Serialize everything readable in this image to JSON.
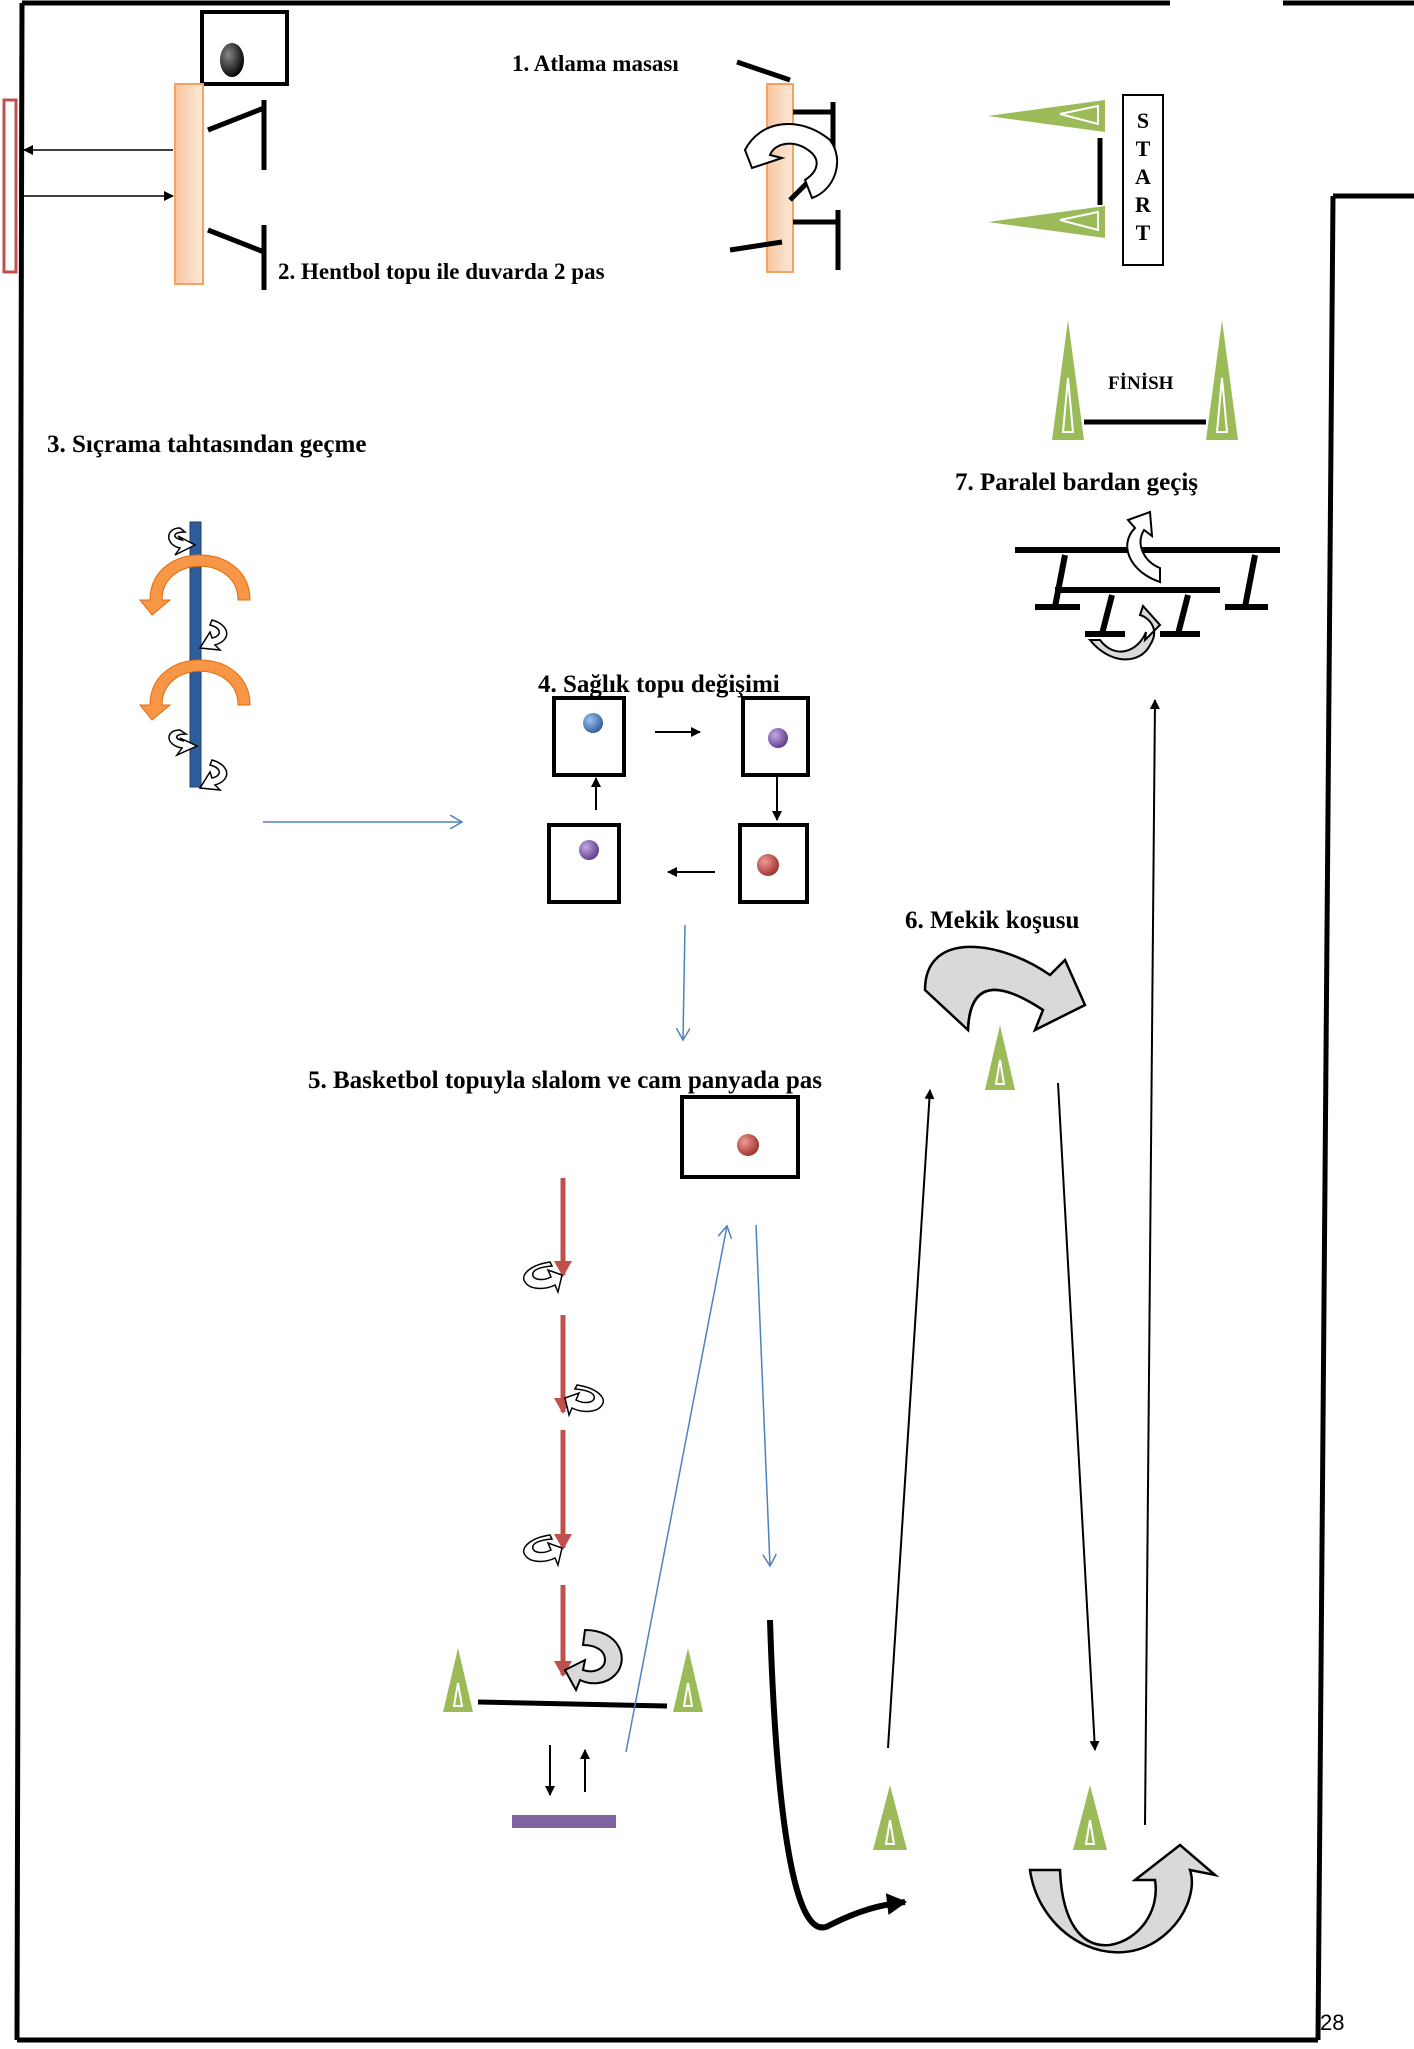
{
  "labels": {
    "station1": "1. Atlama masası",
    "station2": "2.  Hentbol topu ile duvarda 2 pas",
    "station3": "3.  Sıçrama tahtasından geçme",
    "station4": "4. Sağlık topu değişimi",
    "station5": "5. Basketbol topuyla slalom ve cam panyada pas",
    "station6": "6. Mekik koşusu",
    "station7": "7. Paralel bardan geçiş",
    "start_letters": [
      "S",
      "T",
      "A",
      "R",
      "T"
    ],
    "finish": "FİNİSH",
    "page_number": "28"
  },
  "colors": {
    "frame": "#000000",
    "wall": "#c0504d",
    "springboard": "#f7c6a0",
    "cone": "#9bbb59",
    "beam": "#2e5d9b",
    "beam_arc": "#f79646",
    "slalom_arrow": "#c0504d",
    "route_arrow": "#4f81bd",
    "rebound_bar": "#8064a2",
    "ball_blue": "#4f81bd",
    "ball_purple": "#8064a2",
    "ball_red": "#c0504d",
    "turn_arrow_fill": "#d9d9d9"
  },
  "icons": [
    "cone-icon",
    "ball-icon",
    "turn-arrow-icon",
    "hurdle-icon",
    "parallel-bar-icon"
  ]
}
